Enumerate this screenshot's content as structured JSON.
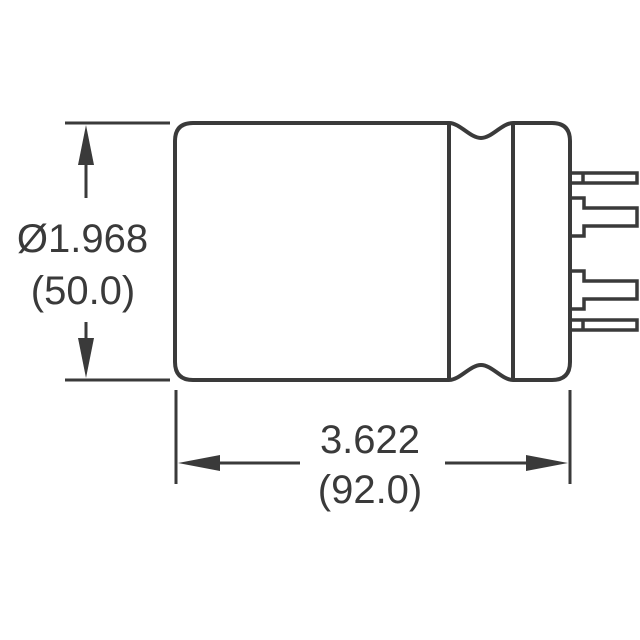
{
  "diagram": {
    "type": "mechanical-outline-drawing",
    "subject": "snap-in electrolytic capacitor side view",
    "colors": {
      "stroke": "#3a3a3a",
      "background": "#ffffff"
    },
    "dimensions": {
      "diameter": {
        "inches": "Ø1.968",
        "millimeters": "(50.0)"
      },
      "length": {
        "inches": "3.622",
        "millimeters": "(92.0)"
      }
    },
    "terminals": {
      "count": 4
    }
  }
}
